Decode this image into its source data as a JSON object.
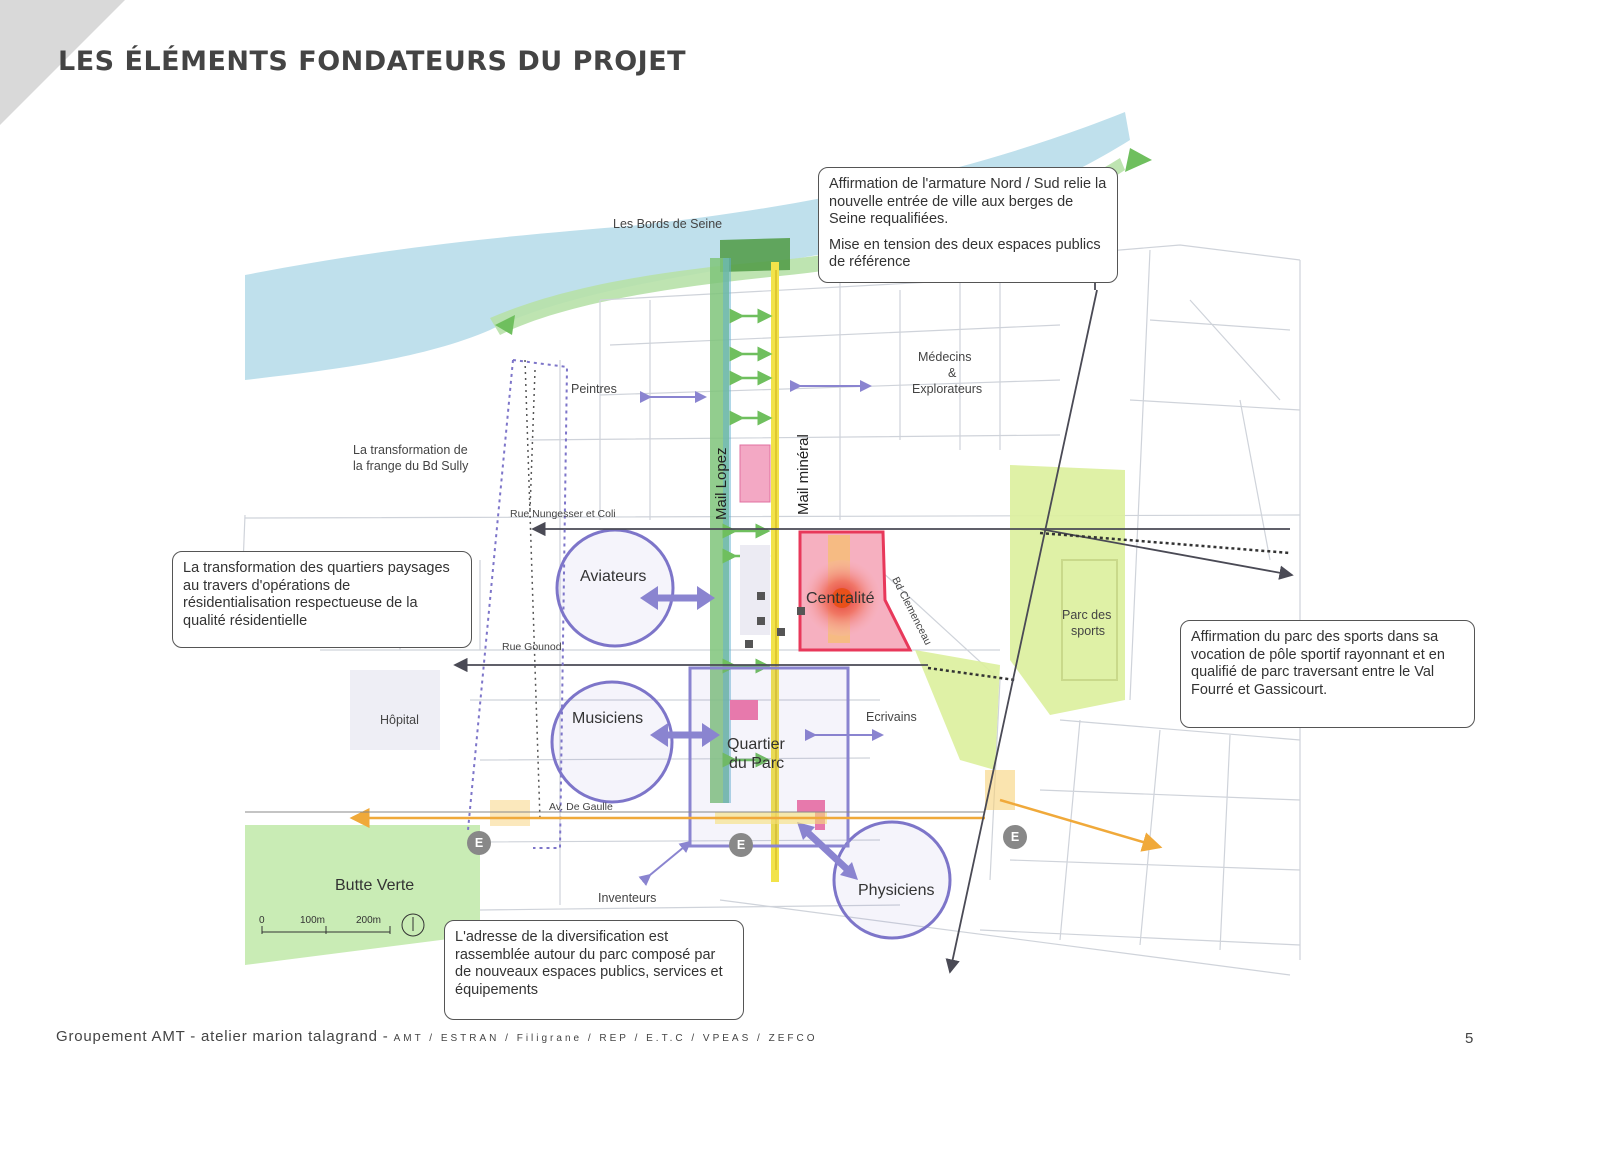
{
  "title": "LES ÉLÉMENTS FONDATEURS DU PROJET",
  "colors": {
    "seine": "#bfe0ec",
    "green_axis": "#7fc47a",
    "mineral_axis": "#f2e34a",
    "centralite": "#e8385a",
    "districts": "#7d75c9",
    "orange_axis": "#f0a93a",
    "parc_sports": "#dcef9c"
  },
  "labels": {
    "bords_seine": "Les Bords de Seine",
    "peintres": "Peintres",
    "medecins": "Médecins",
    "ampersand": "&",
    "explorateurs": "Explorateurs",
    "frange_line1": "La transformation de",
    "frange_line2": "la frange du Bd Sully",
    "mail_lopez": "Mail Lopez",
    "mail_mineral": "Mail minéral",
    "rue_nungesser": "Rue Nungesser et Coli",
    "aviateurs": "Aviateurs",
    "centralite": "Centralité",
    "bd_clemenceau": "Bd Clemenceau",
    "parc_sports_1": "Parc des",
    "parc_sports_2": "sports",
    "rue_gounod": "Rue Gounod",
    "hopital": "Hôpital",
    "musiciens": "Musiciens",
    "quartier_1": "Quartier",
    "quartier_2": "du Parc",
    "ecrivains": "Ecrivains",
    "av_de_gaulle": "Av. De Gaulle",
    "butte_verte": "Butte Verte",
    "inventeurs": "Inventeurs",
    "physiciens": "Physiciens",
    "station_e": "E"
  },
  "scale": {
    "s0": "0",
    "s1": "100m",
    "s2": "200m"
  },
  "boxes": {
    "nord_sud_p1": "Affirmation de l'armature Nord / Sud relie la nouvelle entrée de ville aux berges de Seine requalifiées.",
    "nord_sud_p2": "Mise en tension des deux espaces publics de référence",
    "quartiers": "La transformation des quartiers paysages au travers d'opérations de résidentialisation respectueuse de la qualité résidentielle",
    "parc_sports": "Affirmation du parc des sports dans sa vocation de pôle sportif rayonnant et en qualifié de parc traversant entre le Val Fourré et Gassicourt.",
    "diversification": "L'adresse de la diversification est rassemblée autour du parc composé par de nouveaux espaces publics, services et équipements"
  },
  "footer": {
    "main": "Groupement AMT  - atelier marion talagrand - ",
    "partners": "AMT / ESTRAN / Filigrane / REP / E.T.C / VPEAS / ZEFCO",
    "page": "5"
  }
}
